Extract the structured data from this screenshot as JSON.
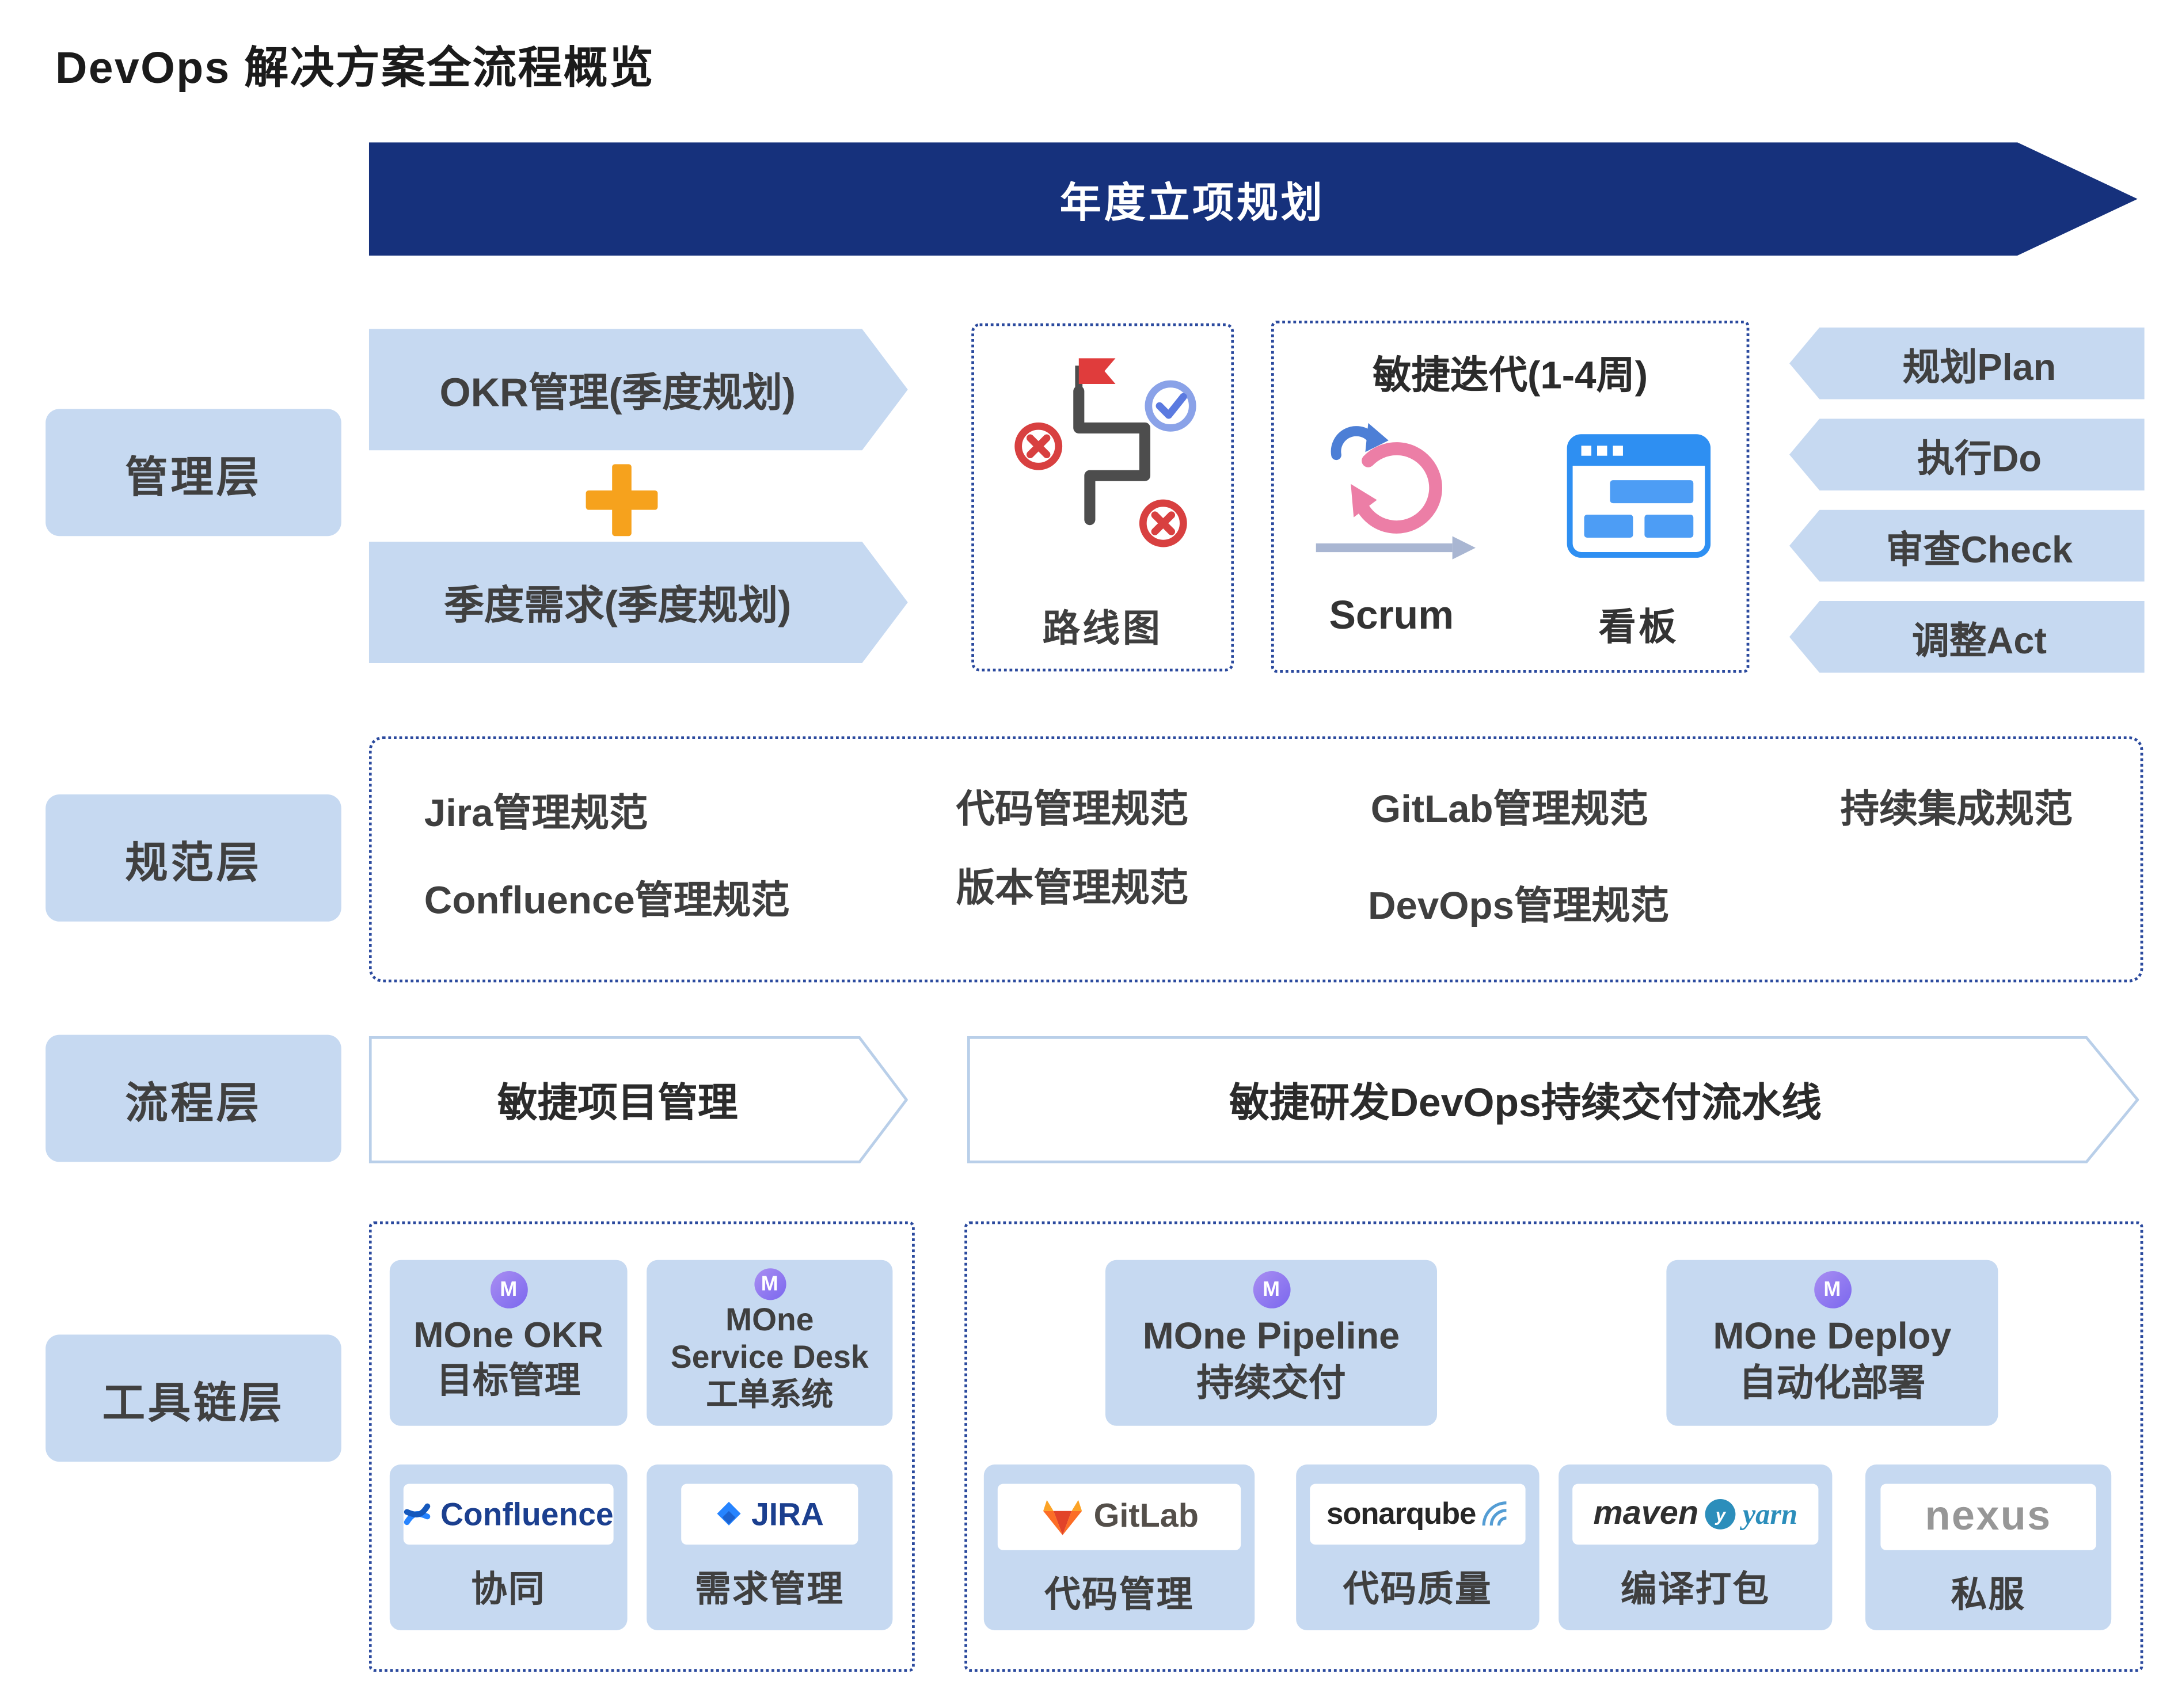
{
  "title": "DevOps 解决方案全流程概览",
  "banner": "年度立项规划",
  "layers": {
    "management": "管理层",
    "specification": "规范层",
    "process": "流程层",
    "toolchain": "工具链层"
  },
  "management": {
    "okr_arrow": "OKR管理(季度规划)",
    "demand_arrow": "季度需求(季度规划)",
    "roadmap_label": "路线图",
    "agile_title": "敏捷迭代(1-4周)",
    "scrum_label": "Scrum",
    "kanban_label": "看板",
    "pdca": [
      "规划Plan",
      "执行Do",
      "审查Check",
      "调整Act"
    ]
  },
  "specification": {
    "items": [
      "Jira管理规范",
      "Confluence管理规范",
      "代码管理规范",
      "版本管理规范",
      "GitLab管理规范",
      "DevOps管理规范",
      "持续集成规范"
    ]
  },
  "process": {
    "left_arrow": "敏捷项目管理",
    "right_arrow": "敏捷研发DevOps持续交付流水线"
  },
  "toolchain": {
    "mone_okr": {
      "lines": [
        "MOne OKR",
        "目标管理"
      ]
    },
    "mone_service_desk": {
      "lines": [
        "MOne",
        "Service Desk",
        "工单系统"
      ]
    },
    "confluence": {
      "logo": "Confluence",
      "caption": "协同"
    },
    "jira": {
      "logo": "JIRA",
      "caption": "需求管理"
    },
    "mone_pipeline": {
      "lines": [
        "MOne Pipeline",
        "持续交付"
      ]
    },
    "mone_deploy": {
      "lines": [
        "MOne Deploy",
        "自动化部署"
      ]
    },
    "gitlab": {
      "logo": "GitLab",
      "caption": "代码管理"
    },
    "sonarqube": {
      "logo": "sonarqube",
      "caption": "代码质量"
    },
    "maven_yarn": {
      "maven_logo": "maven",
      "yarn_logo": "yarn",
      "caption": "编译打包"
    },
    "nexus": {
      "logo": "nexus",
      "caption": "私服"
    }
  },
  "icons": {
    "mone_letter": "M",
    "yarn_letter": "y"
  },
  "colors": {
    "banner_navy": "#16317c",
    "light_blue": "#c6d9f1",
    "plus_orange": "#f6a21d",
    "dotted_border": "#2b4a9e"
  }
}
